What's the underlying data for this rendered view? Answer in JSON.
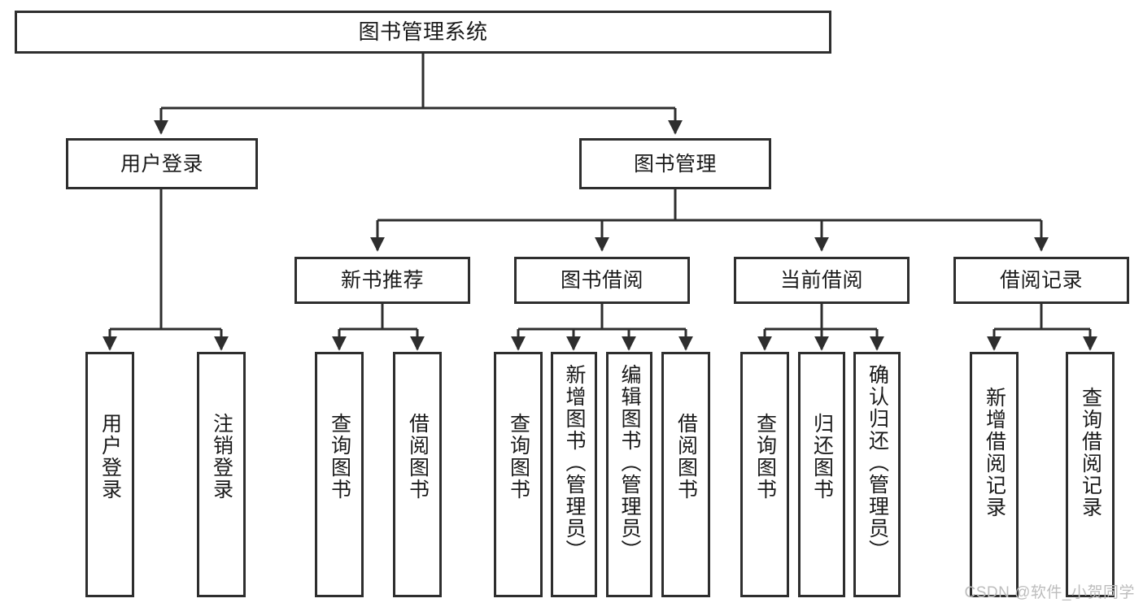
{
  "diagram": {
    "title": "图书管理系统",
    "watermark": "CSDN @软件_小贺同学",
    "colors": {
      "border": "#2e2e2e",
      "background": "#ffffff",
      "text": "#1a1a1a",
      "connector": "#2e2e2e",
      "watermark": "#bdbdbd"
    },
    "levels": {
      "root": "图书管理系统",
      "level2": [
        "用户登录",
        "图书管理"
      ],
      "level3": [
        "新书推荐",
        "图书借阅",
        "当前借阅",
        "借阅记录"
      ]
    },
    "nodes": {
      "root": {
        "label": "图书管理系统"
      },
      "user_login": {
        "label": "用户登录"
      },
      "book_manage": {
        "label": "图书管理"
      },
      "new_book_rec": {
        "label": "新书推荐"
      },
      "book_borrow": {
        "label": "图书借阅"
      },
      "current_borrow": {
        "label": "当前借阅"
      },
      "borrow_record": {
        "label": "借阅记录"
      },
      "leaf_user_login": {
        "label": "用户登录"
      },
      "leaf_logout": {
        "label": "注销登录"
      },
      "leaf_query_book_1": {
        "label": "查询图书"
      },
      "leaf_borrow_book_1": {
        "label": "借阅图书"
      },
      "leaf_query_book_2": {
        "label": "查询图书"
      },
      "leaf_add_book": {
        "label": "新增图书（管理员）"
      },
      "leaf_edit_book": {
        "label": "编辑图书（管理员）"
      },
      "leaf_borrow_book_2": {
        "label": "借阅图书"
      },
      "leaf_query_book_3": {
        "label": "查询图书"
      },
      "leaf_return_book": {
        "label": "归还图书"
      },
      "leaf_confirm_return": {
        "label": "确认归还（管理员）"
      },
      "leaf_add_record": {
        "label": "新增借阅记录"
      },
      "leaf_query_record": {
        "label": "查询借阅记录"
      }
    },
    "groups": [
      {
        "parent": "用户登录",
        "children": [
          "用户登录",
          "注销登录"
        ]
      },
      {
        "parent": "新书推荐",
        "children": [
          "查询图书",
          "借阅图书"
        ]
      },
      {
        "parent": "图书借阅",
        "children": [
          "查询图书",
          "新增图书（管理员）",
          "编辑图书（管理员）",
          "借阅图书"
        ]
      },
      {
        "parent": "当前借阅",
        "children": [
          "查询图书",
          "归还图书",
          "确认归还（管理员）"
        ]
      },
      {
        "parent": "借阅记录",
        "children": [
          "新增借阅记录",
          "查询借阅记录"
        ]
      }
    ]
  }
}
